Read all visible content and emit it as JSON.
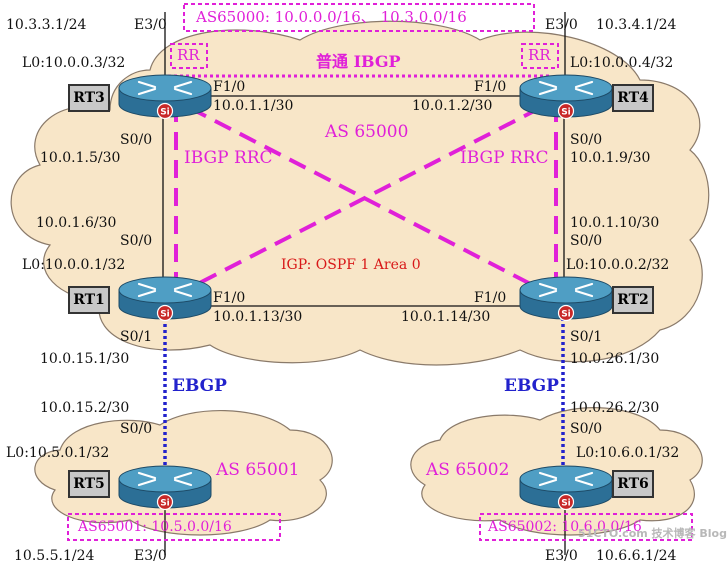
{
  "top_banner": "AS65000: 10.0.0.0/16、 10.3.0.0/16",
  "as65000_label": "AS 65000",
  "igp_label": "IGP: OSPF 1 Area 0",
  "ibgp_plain": "普通 IBGP",
  "ibgp_rrc_left": "IBGP RRC",
  "ibgp_rrc_right": "IBGP RRC",
  "rr_left": "RR",
  "rr_right": "RR",
  "ebgp_left": "EBGP",
  "ebgp_right": "EBGP",
  "as65001_label": "AS 65001",
  "as65002_label": "AS 65002",
  "as65001_box": "AS65001: 10.5.0.0/16",
  "as65002_box": "AS65002: 10.6.0.0/16",
  "watermark": "51CTO.com 技术博客 Blog",
  "routers": {
    "rt1": "RT1",
    "rt2": "RT2",
    "rt3": "RT3",
    "rt4": "RT4",
    "rt5": "RT5",
    "rt6": "RT6"
  },
  "labels": {
    "rt3_e3": "10.3.3.1/24",
    "rt3_e3_if": "E3/0",
    "rt4_e3_if": "E3/0",
    "rt4_e3": "10.3.4.1/24",
    "rt3_lo": "L0:10.0.0.3/32",
    "rt4_lo": "L0:10.0.0.4/32",
    "rt3_f10": "F1/0",
    "rt4_f10": "F1/0",
    "rt3_f10_ip": "10.0.1.1/30",
    "rt4_f10_ip": "10.0.1.2/30",
    "rt3_s00": "S0/0",
    "rt3_s00_ip": "10.0.1.5/30",
    "rt4_s00": "S0/0",
    "rt4_s00_ip": "10.0.1.9/30",
    "rt1_s00_ip": "10.0.1.6/30",
    "rt1_s00": "S0/0",
    "rt2_s00_ip": "10.0.1.10/30",
    "rt2_s00": "S0/0",
    "rt1_lo": "L0:10.0.0.1/32",
    "rt2_lo": "L0:10.0.0.2/32",
    "rt1_f10": "F1/0",
    "rt2_f10": "F1/0",
    "rt1_f10_ip": "10.0.1.13/30",
    "rt2_f10_ip": "10.0.1.14/30",
    "rt1_s01": "S0/1",
    "rt2_s01": "S0/1",
    "rt1_s01_ip": "10.0.15.1/30",
    "rt2_s01_ip": "10.0.26.1/30",
    "rt5_s00_ip": "10.0.15.2/30",
    "rt6_s00_ip": "10.0.26.2/30",
    "rt5_s00": "S0/0",
    "rt6_s00": "S0/0",
    "rt5_lo": "L0:10.5.0.1/32",
    "rt6_lo": "L0:10.6.0.1/32",
    "rt5_e3": "10.5.5.1/24",
    "rt5_e3_if": "E3/0",
    "rt6_e3_if": "E3/0",
    "rt6_e3": "10.6.6.1/24"
  },
  "colors": {
    "magenta": "#e020d8",
    "ebgp_blue": "#2222cc",
    "igp_red": "#d81818",
    "cloud": "#f8e6c8",
    "router_top": "#4f9ec4",
    "router_side": "#2c6f96",
    "si_badge": "#c82828"
  }
}
